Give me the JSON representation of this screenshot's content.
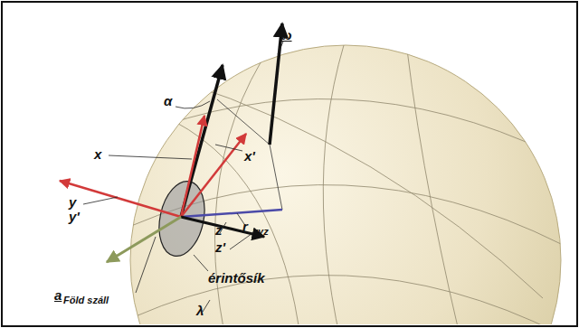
{
  "diagram": {
    "labels": [
      "ω",
      "α",
      "x'",
      "x",
      "y",
      "y'",
      "r",
      "xyz",
      "z",
      "z'",
      "érintősík",
      "a",
      "Föld száll",
      "λ"
    ]
  }
}
